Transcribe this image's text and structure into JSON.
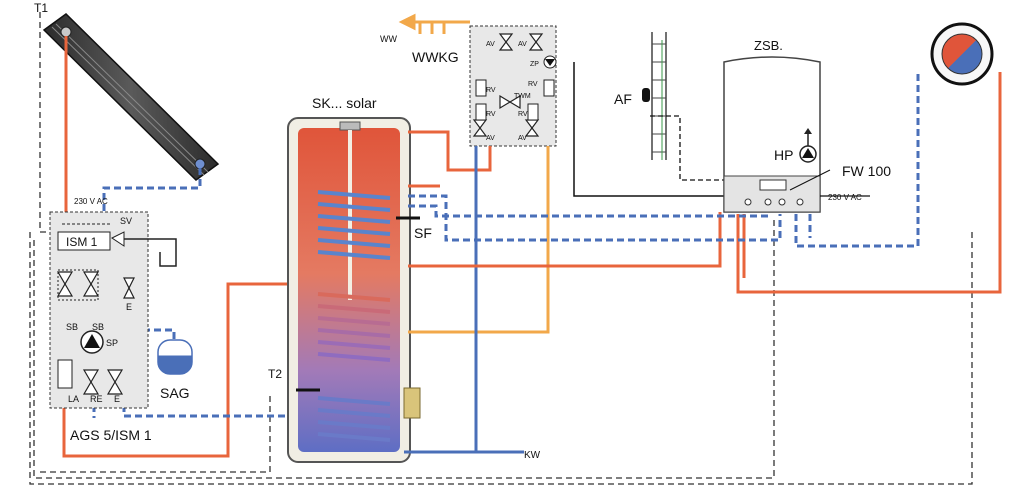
{
  "labels": {
    "t1": "T1",
    "t2": "T2",
    "ww": "WW",
    "wwkg": "WWKG",
    "sk_solar": "SK... solar",
    "zsb": "ZSB.",
    "af": "AF",
    "hp": "HP",
    "fw100": "FW 100",
    "sf": "SF",
    "sag": "SAG",
    "ags": "AGS 5/ISM 1",
    "kw": "KW",
    "ism1": "ISM 1",
    "v230_ags": "230 V AC",
    "v230_zsb": "230 V AC",
    "sv": "SV",
    "sb_left": "SB",
    "sb_right": "SB",
    "sp": "SP",
    "e_upper": "E",
    "la": "LA",
    "re": "RE",
    "e_lower": "E",
    "av_tl": "AV",
    "av_tr": "AV",
    "zp": "ZP",
    "rv_r": "RV",
    "rv_l1": "RV",
    "twm": "TWM",
    "rv_l2": "RV",
    "rv_r2": "RV",
    "av_bl": "AV",
    "av_br": "AV"
  },
  "colors": {
    "hot": "#e8653c",
    "warm": "#f2a84a",
    "cold": "#4a6fb8",
    "dashed_signal": "#4a6fb8",
    "control": "#222222",
    "panel": "#e8e8e8",
    "tank_top": "#e0553a",
    "tank_bottom": "#6a6ec8"
  }
}
